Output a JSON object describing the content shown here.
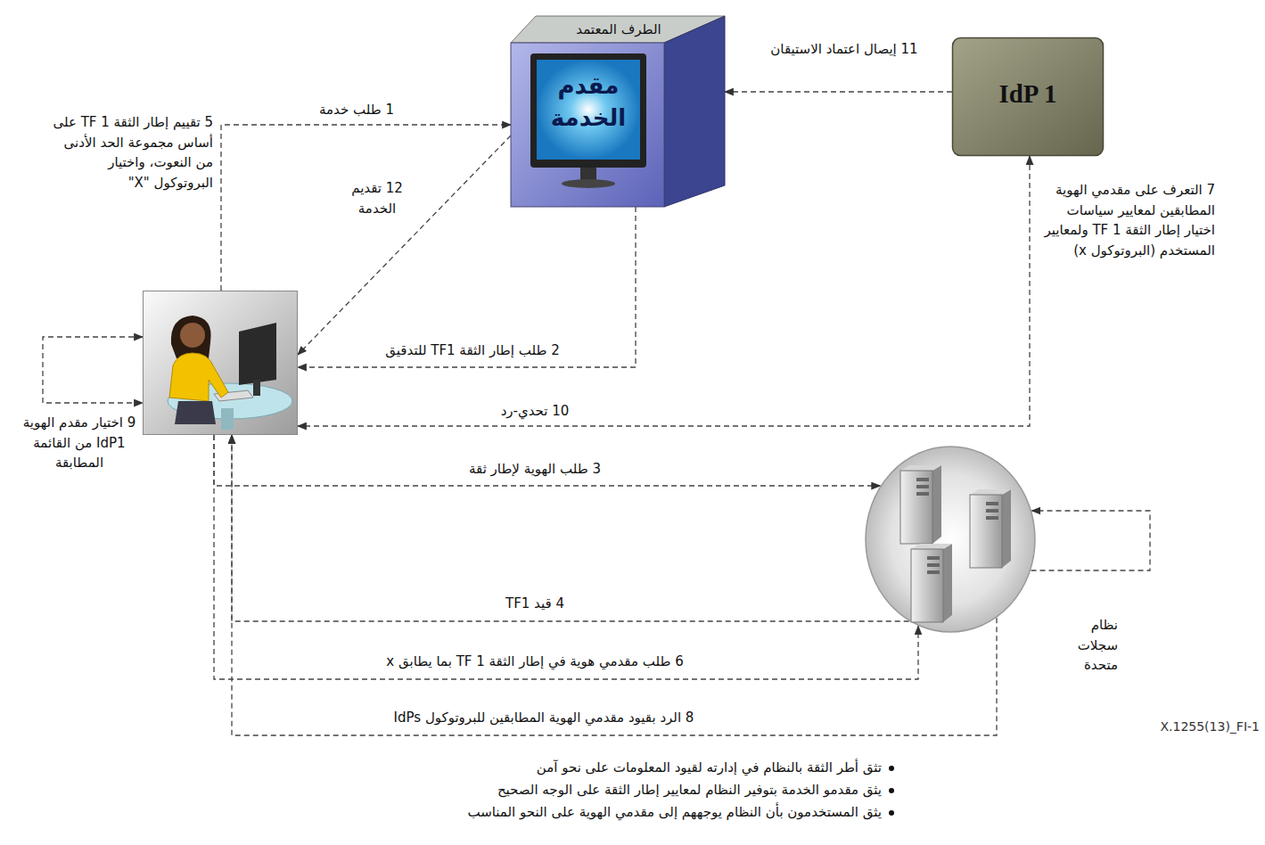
{
  "diagram": {
    "nodes": [
      {
        "text": [
          "الطرف المعتمد",
          "مقدم الخدمة"
        ]
      },
      {
        "text": [
          "IdP 1"
        ]
      },
      {
        "text": []
      },
      {
        "text": [
          "نظام سجلات متحدة"
        ]
      }
    ],
    "edges": [
      {
        "from": 2,
        "to": 0,
        "label": "1 طلب خدمة",
        "arrow": "to"
      },
      {
        "from": 0,
        "to": 2,
        "label": "2 طلب إطار الثقة TF1 للتدقيق",
        "arrow": "to"
      },
      {
        "from": 0,
        "to": 2,
        "label": "12 تقديم الخدمة",
        "arrow": "to"
      },
      {
        "from": 1,
        "to": 0,
        "label": "11 إيصال اعتماد الاستيقان",
        "arrow": "to"
      },
      {
        "from": 1,
        "to": 2,
        "label": "10 تحدي-رد",
        "arrow": "both"
      },
      {
        "from": 2,
        "to": 3,
        "label": "3 طلب الهوية لإطار ثقة",
        "arrow": "to"
      },
      {
        "from": 3,
        "to": 2,
        "label": "4 قيد TF1",
        "arrow": "to"
      },
      {
        "from": 2,
        "to": 3,
        "label": "6 طلب مقدمي هوية في إطار الثقة TF 1 بما يطابق x",
        "arrow": "to"
      },
      {
        "from": 3,
        "to": 2,
        "label": "8 الرد بقيود مقدمي الهوية المطابقين للبروتوكول IdPs",
        "arrow": "to"
      },
      {
        "from": 2,
        "to": 2,
        "label": "9 اختيار مقدم الهوية IdP1 من القائمة المطابقة",
        "arrow": "both"
      },
      {
        "from": 3,
        "to": 3,
        "arrow": "to"
      }
    ],
    "labels": [
      "5 تقييم إطار الثقة TF 1 على أساس مجموعة الحد الأدنى من النعوت، واختيار البروتوكول \"X\"",
      "7 التعرف على مقدمي الهوية المطابقين لمعايير سياسات اختيار إطار الثقة TF 1 ولمعايير المستخدم (البروتوكول x)",
      "X.1255(13)_FI-1",
      "تثق أطر الثقة بالنظام في إدارته لقيود المعلومات على نحو آمن",
      "يثق مقدمو الخدمة بتوفير النظام لمعايير إطار الثقة على الوجه الصحيح",
      "يثق المستخدمون بأن النظام يوجههم إلى مقدمي الهوية على النحو المناسب"
    ]
  }
}
